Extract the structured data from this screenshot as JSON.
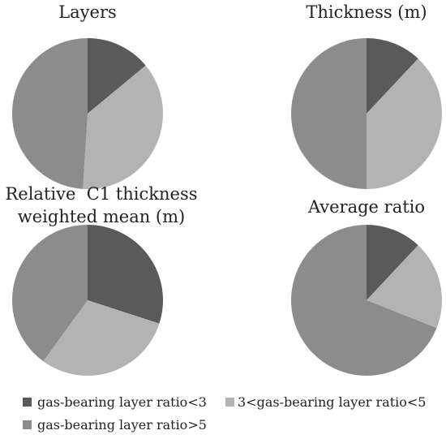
{
  "colors": {
    "dark": "#5a5a5a",
    "light": "#b3b3b3",
    "medium": "#8c8c8c",
    "background": "#ffffff",
    "text": "#222222"
  },
  "legend": {
    "items": [
      {
        "label": "gas-bearing layer ratio<3",
        "color": "#5a5a5a"
      },
      {
        "label": "3<gas-bearing layer ratio<5",
        "color": "#b3b3b3"
      },
      {
        "label": "gas-bearing layer ratio>5",
        "color": "#8c8c8c"
      }
    ]
  },
  "chart_data": [
    {
      "type": "pie",
      "title_lines": [
        "Layers"
      ],
      "categories": [
        "gas-bearing layer ratio<3",
        "3<gas-bearing layer ratio<5",
        "gas-bearing layer ratio>5"
      ],
      "values": [
        14,
        37,
        49
      ]
    },
    {
      "type": "pie",
      "title_lines": [
        "Thickness (m)"
      ],
      "categories": [
        "gas-bearing layer ratio<3",
        "3<gas-bearing layer ratio<5",
        "gas-bearing layer ratio>5"
      ],
      "values": [
        12,
        38,
        50
      ]
    },
    {
      "type": "pie",
      "title_lines": [
        "Relative  C1 thickness",
        "weighted mean (m)"
      ],
      "categories": [
        "gas-bearing layer ratio<3",
        "3<gas-bearing layer ratio<5",
        "gas-bearing layer ratio>5"
      ],
      "values": [
        30,
        30,
        40
      ]
    },
    {
      "type": "pie",
      "title_lines": [
        "Average ratio"
      ],
      "categories": [
        "gas-bearing layer ratio<3",
        "3<gas-bearing layer ratio<5",
        "gas-bearing layer ratio>5"
      ],
      "values": [
        12,
        19,
        69
      ]
    }
  ]
}
